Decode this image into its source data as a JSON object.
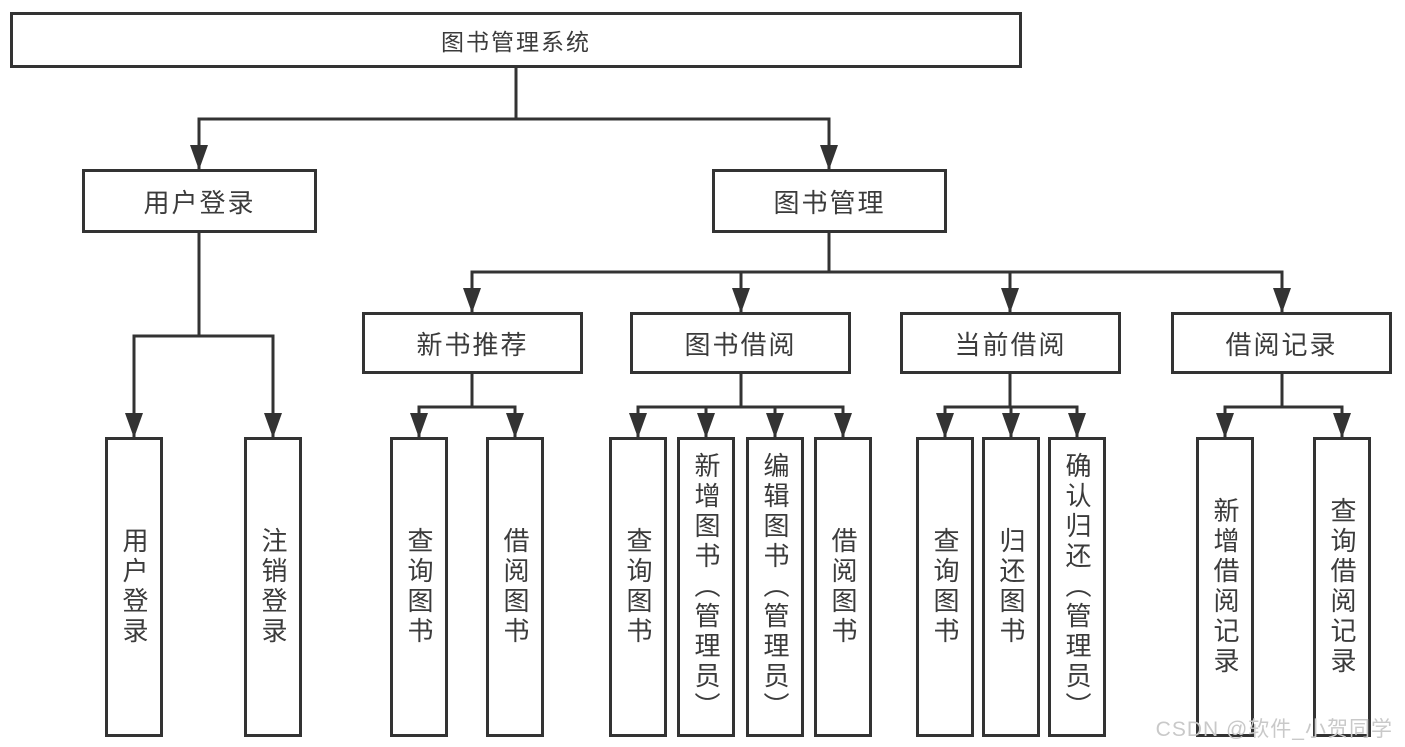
{
  "tree": {
    "label": "图书管理系统",
    "children": [
      {
        "label": "用户登录",
        "children": [
          {
            "label": "用户登录"
          },
          {
            "label": "注销登录"
          }
        ]
      },
      {
        "label": "图书管理",
        "children": [
          {
            "label": "新书推荐",
            "children": [
              {
                "label": "查询图书"
              },
              {
                "label": "借阅图书"
              }
            ]
          },
          {
            "label": "图书借阅",
            "children": [
              {
                "label": "查询图书"
              },
              {
                "label": "新增图书（管理员）"
              },
              {
                "label": "编辑图书（管理员）"
              },
              {
                "label": "借阅图书"
              }
            ]
          },
          {
            "label": "当前借阅",
            "children": [
              {
                "label": "查询图书"
              },
              {
                "label": "归还图书"
              },
              {
                "label": "确认归还（管理员）"
              }
            ]
          },
          {
            "label": "借阅记录",
            "children": [
              {
                "label": "新增借阅记录"
              },
              {
                "label": "查询借阅记录"
              }
            ]
          }
        ]
      }
    ]
  },
  "watermark": {
    "text": "CSDN @软件_小贺同学"
  },
  "colors": {
    "line": "#333333",
    "text": "#3b3b3b",
    "watermark": "#c9c9c9"
  }
}
